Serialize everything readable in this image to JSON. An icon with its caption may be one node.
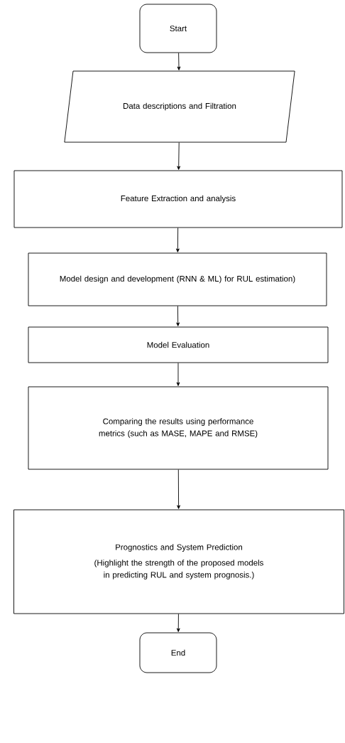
{
  "diagram": {
    "nodes": [
      {
        "text": [
          "Start"
        ]
      },
      {
        "text": [
          "Data descriptions and Filtration"
        ]
      },
      {
        "text": [
          "Feature Extraction and analysis"
        ]
      },
      {
        "text": [
          "Model design and development (RNN & ML) for RUL estimation)"
        ]
      },
      {
        "text": [
          "Model Evaluation"
        ]
      },
      {
        "text": [
          "Comparing the results using performance metrics (such as MASE, MAPE and RMSE)"
        ]
      },
      {
        "text": [
          "Prognostics and System Prediction",
          "(Highlight the strength of the proposed models in predicting RUL and system prognosis.)"
        ]
      },
      {
        "text": [
          "End"
        ]
      }
    ],
    "edges": [
      {
        "from": 0,
        "to": 1,
        "arrow": "to"
      },
      {
        "from": 1,
        "to": 2,
        "arrow": "to"
      },
      {
        "from": 2,
        "to": 3,
        "arrow": "to"
      },
      {
        "from": 3,
        "to": 4,
        "arrow": "to"
      },
      {
        "from": 4,
        "to": 5,
        "arrow": "to"
      },
      {
        "from": 5,
        "to": 6,
        "arrow": "to"
      },
      {
        "from": 6,
        "to": 7,
        "arrow": "to"
      }
    ]
  }
}
